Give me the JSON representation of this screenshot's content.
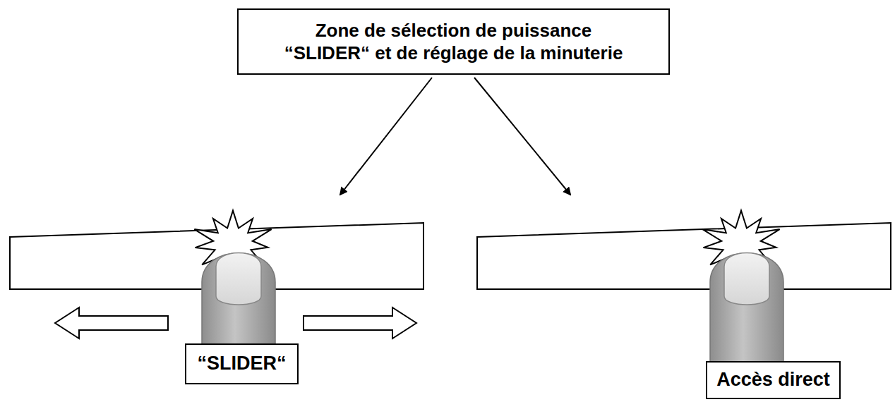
{
  "diagram": {
    "nodes": [
      {
        "text": [
          "Zone de sélection de puissance “SLIDER“ et de réglage de la minuterie"
        ]
      },
      {
        "text": [
          "“SLIDER“"
        ]
      },
      {
        "text": [
          "Accès direct"
        ]
      }
    ]
  }
}
